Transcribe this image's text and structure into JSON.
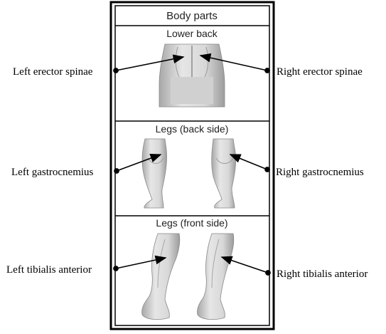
{
  "header": {
    "title": "Body parts"
  },
  "panels": [
    {
      "title": "Lower back",
      "left_label": "Left erector spinae",
      "right_label": "Right erector spinae"
    },
    {
      "title": "Legs (back side)",
      "left_label": "Left gastrocnemius",
      "right_label": "Right gastrocnemius"
    },
    {
      "title": "Legs (front side)",
      "left_label": "Left tibialis anterior",
      "right_label": "Right tibialis anterior"
    }
  ],
  "colors": {
    "frame": "#000000",
    "skin_light": "#e9e9e9",
    "skin_mid": "#c8c8c8",
    "skin_dark": "#9a9a9a",
    "patch": "#d3d3d3"
  }
}
